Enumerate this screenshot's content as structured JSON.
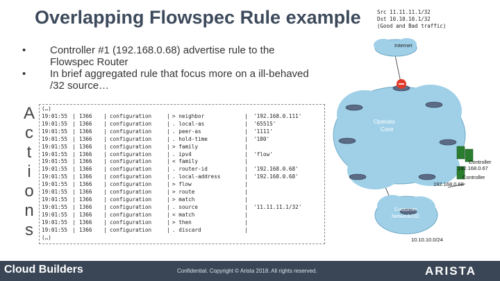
{
  "title": "Overlapping Flowspec Rule example",
  "legend": {
    "src": "Src 11.11.11.1/32",
    "dst": "Dst 10.10.10.1/32",
    "traffic": "(Good and Bad traffic)"
  },
  "bullets": [
    {
      "bullet": "•",
      "text": "Controller #1 (192.168.0.68) advertise rule to the Flowspec Router"
    },
    {
      "bullet": "•",
      "text": "In brief aggregated rule that focus more on a ill-behaved /32 source…"
    }
  ],
  "side_letters": [
    "A",
    "c",
    "t",
    "i",
    "o",
    "n",
    "s"
  ],
  "log": {
    "head": "(…)",
    "tail": "(…)",
    "rows": [
      {
        "time": "19:01:55",
        "pid": "1366",
        "cfg": "configuration",
        "op": "> neighbor",
        "val": "'192.168.0.111'"
      },
      {
        "time": "19:01:55",
        "pid": "1366",
        "cfg": "configuration",
        "op": ". local-as",
        "val": "'65515'"
      },
      {
        "time": "19:01:55",
        "pid": "1366",
        "cfg": "configuration",
        "op": ". peer-as",
        "val": "'1111'"
      },
      {
        "time": "19:01:55",
        "pid": "1366",
        "cfg": "configuration",
        "op": ". hold-time",
        "val": "'180'"
      },
      {
        "time": "19:01:55",
        "pid": "1366",
        "cfg": "configuration",
        "op": "> family",
        "val": ""
      },
      {
        "time": "19:01:55",
        "pid": "1366",
        "cfg": "configuration",
        "op": ". ipv4",
        "val": "'flow'"
      },
      {
        "time": "19:01:55",
        "pid": "1366",
        "cfg": "configuration",
        "op": "< family",
        "val": ""
      },
      {
        "time": "19:01:55",
        "pid": "1366",
        "cfg": "configuration",
        "op": ". router-id",
        "val": "'192.168.0.68'"
      },
      {
        "time": "19:01:55",
        "pid": "1366",
        "cfg": "configuration",
        "op": ". local-address",
        "val": "'192.168.0.68'"
      },
      {
        "time": "19:01:55",
        "pid": "1366",
        "cfg": "configuration",
        "op": "> flow",
        "val": ""
      },
      {
        "time": "19:01:55",
        "pid": "1366",
        "cfg": "configuration",
        "op": "> route",
        "val": ""
      },
      {
        "time": "19:01:55",
        "pid": "1366",
        "cfg": "configuration",
        "op": "> match",
        "val": ""
      },
      {
        "time": "19:01:55",
        "pid": "1366",
        "cfg": "configuration",
        "op": ". source",
        "val": "'11.11.11.1/32'"
      },
      {
        "time": "19:01:55",
        "pid": "1366",
        "cfg": "configuration",
        "op": "< match",
        "val": ""
      },
      {
        "time": "19:01:55",
        "pid": "1366",
        "cfg": "configuration",
        "op": "> then",
        "val": ""
      },
      {
        "time": "19:01:55",
        "pid": "1366",
        "cfg": "configuration",
        "op": ". discard",
        "val": ""
      }
    ]
  },
  "diagram": {
    "internet": "Internet",
    "operator_1": "Operato",
    "operator_2": "Core",
    "controller_67_1": "Controller",
    "controller_67_2": "192.168.0.67",
    "controller_68_1": "Controller",
    "controller_68_2": "192.168.0.68",
    "customer_1": "Customer",
    "customer_2": "Network/DC",
    "subnet": "10.10.10.0/24",
    "colors": {
      "cloud": "#9fd0e8",
      "router": "#5b6b86",
      "server": "#2a7d2e",
      "blocked": "#e23a2a"
    }
  },
  "footer": {
    "brand": "Cloud Builders",
    "confidential": "Confidential. Copyright © Arista 2018. All rights reserved.",
    "logo": "ARISTA"
  }
}
